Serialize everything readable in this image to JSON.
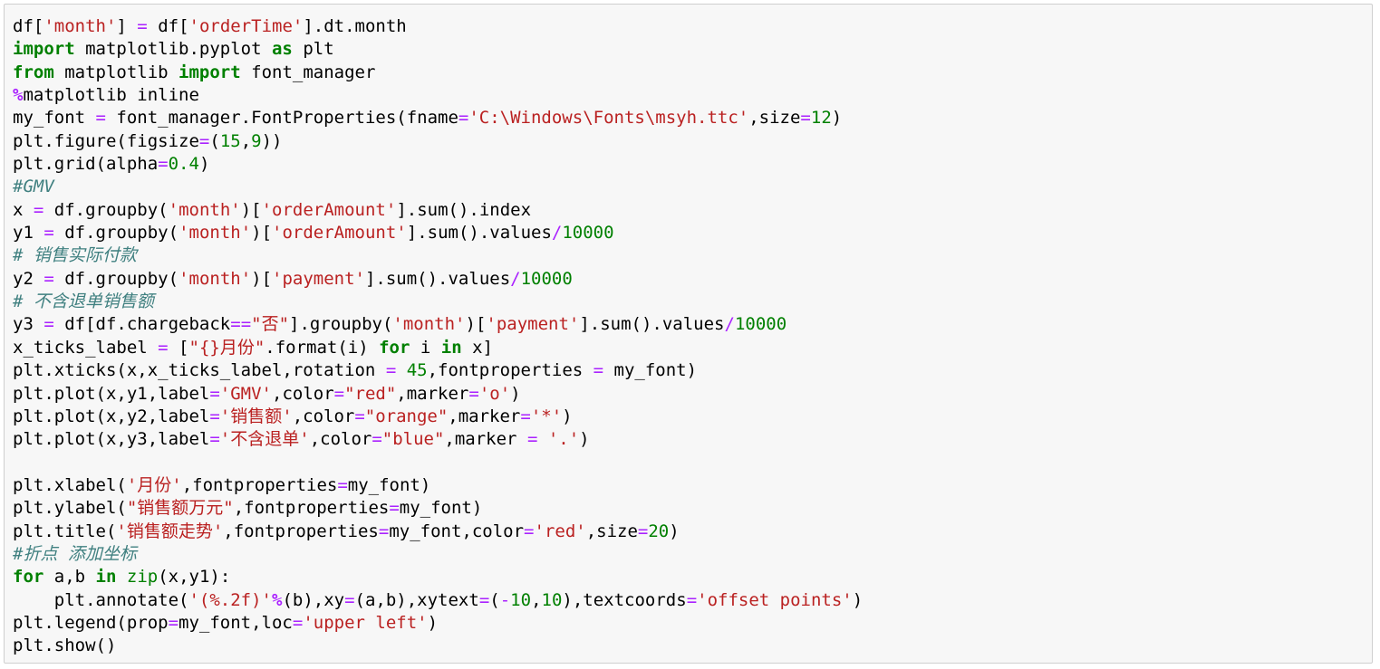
{
  "cell": {
    "lines": [
      [
        [
          "plain",
          "df["
        ],
        [
          "str",
          "'month'"
        ],
        [
          "plain",
          "] "
        ],
        [
          "op",
          "="
        ],
        [
          "plain",
          " df["
        ],
        [
          "str",
          "'orderTime'"
        ],
        [
          "plain",
          "].dt.month"
        ]
      ],
      [
        [
          "kw",
          "import"
        ],
        [
          "plain",
          " matplotlib.pyplot "
        ],
        [
          "kw",
          "as"
        ],
        [
          "plain",
          " plt"
        ]
      ],
      [
        [
          "kw",
          "from"
        ],
        [
          "plain",
          " matplotlib "
        ],
        [
          "kw",
          "import"
        ],
        [
          "plain",
          " font_manager"
        ]
      ],
      [
        [
          "opb",
          "%"
        ],
        [
          "plain",
          "matplotlib inline"
        ]
      ],
      [
        [
          "plain",
          "my_font "
        ],
        [
          "op",
          "="
        ],
        [
          "plain",
          " font_manager.FontProperties(fname"
        ],
        [
          "op",
          "="
        ],
        [
          "str",
          "'C:\\Windows\\Fonts\\msyh.ttc'"
        ],
        [
          "plain",
          ",size"
        ],
        [
          "op",
          "="
        ],
        [
          "num",
          "12"
        ],
        [
          "plain",
          ")"
        ]
      ],
      [
        [
          "plain",
          "plt.figure(figsize"
        ],
        [
          "op",
          "="
        ],
        [
          "plain",
          "("
        ],
        [
          "num",
          "15"
        ],
        [
          "plain",
          ","
        ],
        [
          "num",
          "9"
        ],
        [
          "plain",
          "))"
        ]
      ],
      [
        [
          "plain",
          "plt.grid(alpha"
        ],
        [
          "op",
          "="
        ],
        [
          "num",
          "0.4"
        ],
        [
          "plain",
          ")"
        ]
      ],
      [
        [
          "cm",
          "#GMV"
        ]
      ],
      [
        [
          "plain",
          "x "
        ],
        [
          "op",
          "="
        ],
        [
          "plain",
          " df.groupby("
        ],
        [
          "str",
          "'month'"
        ],
        [
          "plain",
          ")["
        ],
        [
          "str",
          "'orderAmount'"
        ],
        [
          "plain",
          "].sum().index"
        ]
      ],
      [
        [
          "plain",
          "y1 "
        ],
        [
          "op",
          "="
        ],
        [
          "plain",
          " df.groupby("
        ],
        [
          "str",
          "'month'"
        ],
        [
          "plain",
          ")["
        ],
        [
          "str",
          "'orderAmount'"
        ],
        [
          "plain",
          "].sum().values"
        ],
        [
          "op",
          "/"
        ],
        [
          "num",
          "10000"
        ]
      ],
      [
        [
          "cm",
          "# 销售实际付款"
        ]
      ],
      [
        [
          "plain",
          "y2 "
        ],
        [
          "op",
          "="
        ],
        [
          "plain",
          " df.groupby("
        ],
        [
          "str",
          "'month'"
        ],
        [
          "plain",
          ")["
        ],
        [
          "str",
          "'payment'"
        ],
        [
          "plain",
          "].sum().values"
        ],
        [
          "op",
          "/"
        ],
        [
          "num",
          "10000"
        ]
      ],
      [
        [
          "cm",
          "# 不含退单销售额"
        ]
      ],
      [
        [
          "plain",
          "y3 "
        ],
        [
          "op",
          "="
        ],
        [
          "plain",
          " df[df.chargeback"
        ],
        [
          "op",
          "=="
        ],
        [
          "str",
          "\"否\""
        ],
        [
          "plain",
          "].groupby("
        ],
        [
          "str",
          "'month'"
        ],
        [
          "plain",
          ")["
        ],
        [
          "str",
          "'payment'"
        ],
        [
          "plain",
          "].sum().values"
        ],
        [
          "op",
          "/"
        ],
        [
          "num",
          "10000"
        ]
      ],
      [
        [
          "plain",
          "x_ticks_label "
        ],
        [
          "op",
          "="
        ],
        [
          "plain",
          " ["
        ],
        [
          "str",
          "\"{}月份\""
        ],
        [
          "plain",
          ".format(i) "
        ],
        [
          "kw",
          "for"
        ],
        [
          "plain",
          " i "
        ],
        [
          "kw",
          "in"
        ],
        [
          "plain",
          " x]"
        ]
      ],
      [
        [
          "plain",
          "plt.xticks(x,x_ticks_label,rotation "
        ],
        [
          "op",
          "="
        ],
        [
          "plain",
          " "
        ],
        [
          "num",
          "45"
        ],
        [
          "plain",
          ",fontproperties "
        ],
        [
          "op",
          "="
        ],
        [
          "plain",
          " my_font)"
        ]
      ],
      [
        [
          "plain",
          "plt.plot(x,y1,label"
        ],
        [
          "op",
          "="
        ],
        [
          "str",
          "'GMV'"
        ],
        [
          "plain",
          ",color"
        ],
        [
          "op",
          "="
        ],
        [
          "str",
          "\"red\""
        ],
        [
          "plain",
          ",marker"
        ],
        [
          "op",
          "="
        ],
        [
          "str",
          "'o'"
        ],
        [
          "plain",
          ")"
        ]
      ],
      [
        [
          "plain",
          "plt.plot(x,y2,label"
        ],
        [
          "op",
          "="
        ],
        [
          "str",
          "'销售额'"
        ],
        [
          "plain",
          ",color"
        ],
        [
          "op",
          "="
        ],
        [
          "str",
          "\"orange\""
        ],
        [
          "plain",
          ",marker"
        ],
        [
          "op",
          "="
        ],
        [
          "str",
          "'*'"
        ],
        [
          "plain",
          ")"
        ]
      ],
      [
        [
          "plain",
          "plt.plot(x,y3,label"
        ],
        [
          "op",
          "="
        ],
        [
          "str",
          "'不含退单'"
        ],
        [
          "plain",
          ",color"
        ],
        [
          "op",
          "="
        ],
        [
          "str",
          "\"blue\""
        ],
        [
          "plain",
          ",marker "
        ],
        [
          "op",
          "="
        ],
        [
          "plain",
          " "
        ],
        [
          "str",
          "'.'"
        ],
        [
          "plain",
          ")"
        ]
      ],
      [],
      [
        [
          "plain",
          "plt.xlabel("
        ],
        [
          "str",
          "'月份'"
        ],
        [
          "plain",
          ",fontproperties"
        ],
        [
          "op",
          "="
        ],
        [
          "plain",
          "my_font)"
        ]
      ],
      [
        [
          "plain",
          "plt.ylabel("
        ],
        [
          "str",
          "\"销售额万元\""
        ],
        [
          "plain",
          ",fontproperties"
        ],
        [
          "op",
          "="
        ],
        [
          "plain",
          "my_font)"
        ]
      ],
      [
        [
          "plain",
          "plt.title("
        ],
        [
          "str",
          "'销售额走势'"
        ],
        [
          "plain",
          ",fontproperties"
        ],
        [
          "op",
          "="
        ],
        [
          "plain",
          "my_font,color"
        ],
        [
          "op",
          "="
        ],
        [
          "str",
          "'red'"
        ],
        [
          "plain",
          ",size"
        ],
        [
          "op",
          "="
        ],
        [
          "num",
          "20"
        ],
        [
          "plain",
          ")"
        ]
      ],
      [
        [
          "cm",
          "#折点 添加坐标"
        ]
      ],
      [
        [
          "kw",
          "for"
        ],
        [
          "plain",
          " a,b "
        ],
        [
          "kw",
          "in"
        ],
        [
          "plain",
          " "
        ],
        [
          "bi",
          "zip"
        ],
        [
          "plain",
          "(x,y1):"
        ]
      ],
      [
        [
          "plain",
          "    plt.annotate("
        ],
        [
          "str",
          "'(%.2f)'"
        ],
        [
          "opb",
          "%"
        ],
        [
          "plain",
          "(b),xy"
        ],
        [
          "op",
          "="
        ],
        [
          "plain",
          "(a,b),xytext"
        ],
        [
          "op",
          "="
        ],
        [
          "plain",
          "("
        ],
        [
          "op",
          "-"
        ],
        [
          "num",
          "10"
        ],
        [
          "plain",
          ","
        ],
        [
          "num",
          "10"
        ],
        [
          "plain",
          "),textcoords"
        ],
        [
          "op",
          "="
        ],
        [
          "str",
          "'offset points'"
        ],
        [
          "plain",
          ")"
        ]
      ],
      [
        [
          "plain",
          "plt.legend(prop"
        ],
        [
          "op",
          "="
        ],
        [
          "plain",
          "my_font,loc"
        ],
        [
          "op",
          "="
        ],
        [
          "str",
          "'upper left'"
        ],
        [
          "plain",
          ")"
        ]
      ],
      [
        [
          "plain",
          "plt.show()"
        ]
      ]
    ]
  }
}
